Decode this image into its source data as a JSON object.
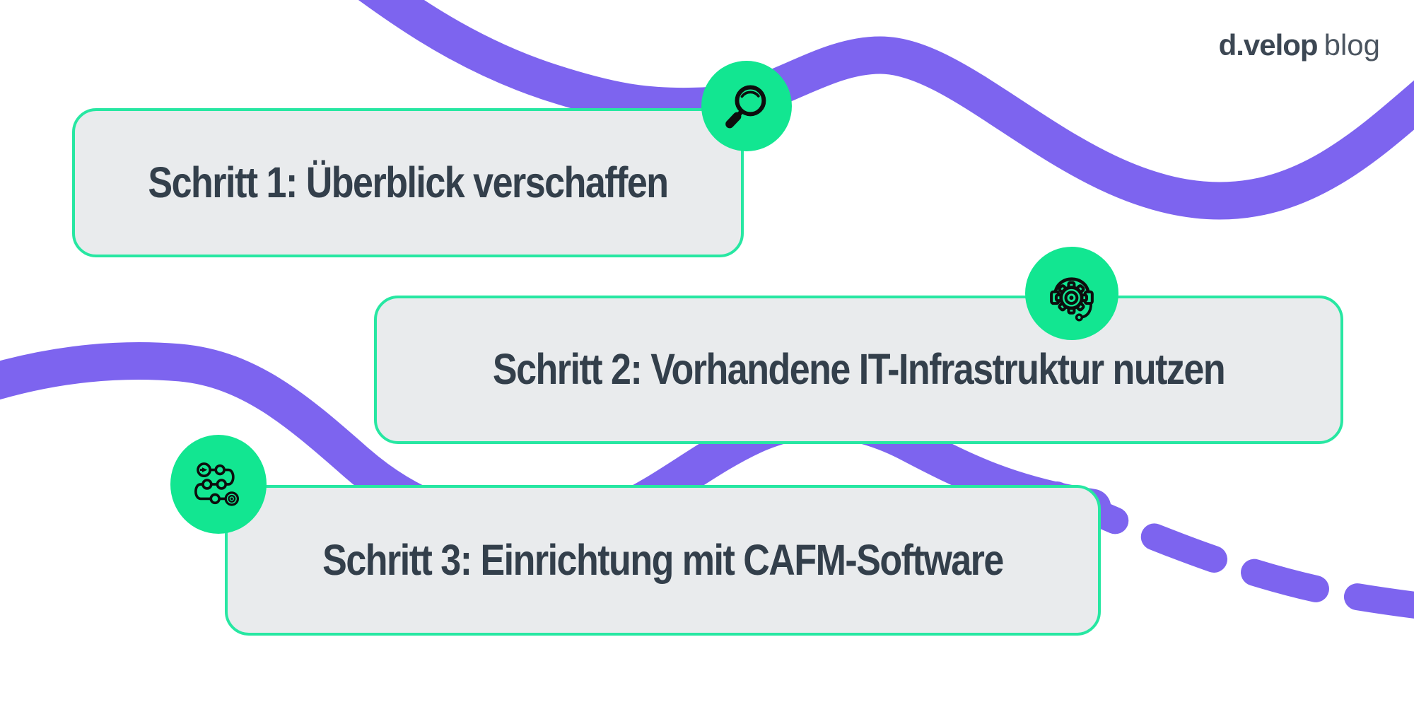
{
  "logo": {
    "brand": "d.velop",
    "suffix": "blog"
  },
  "steps": [
    {
      "label": "Schritt 1: Überblick verschaffen",
      "icon": "magnifier-icon"
    },
    {
      "label": "Schritt 2: Vorhandene IT-Infrastruktur nutzen",
      "icon": "gear-headset-icon"
    },
    {
      "label": "Schritt 3: Einrichtung mit CAFM-Software",
      "icon": "process-flow-icon"
    }
  ],
  "colors": {
    "background": "#ffffff",
    "curve_purple": "#7d64ef",
    "badge_green": "#12e691",
    "card_border_green": "#27e7a2",
    "card_fill": "#e9ebed",
    "step_text": "#333f4b",
    "logo_text": "#3c4753",
    "icon_black": "#0d0d0d"
  }
}
